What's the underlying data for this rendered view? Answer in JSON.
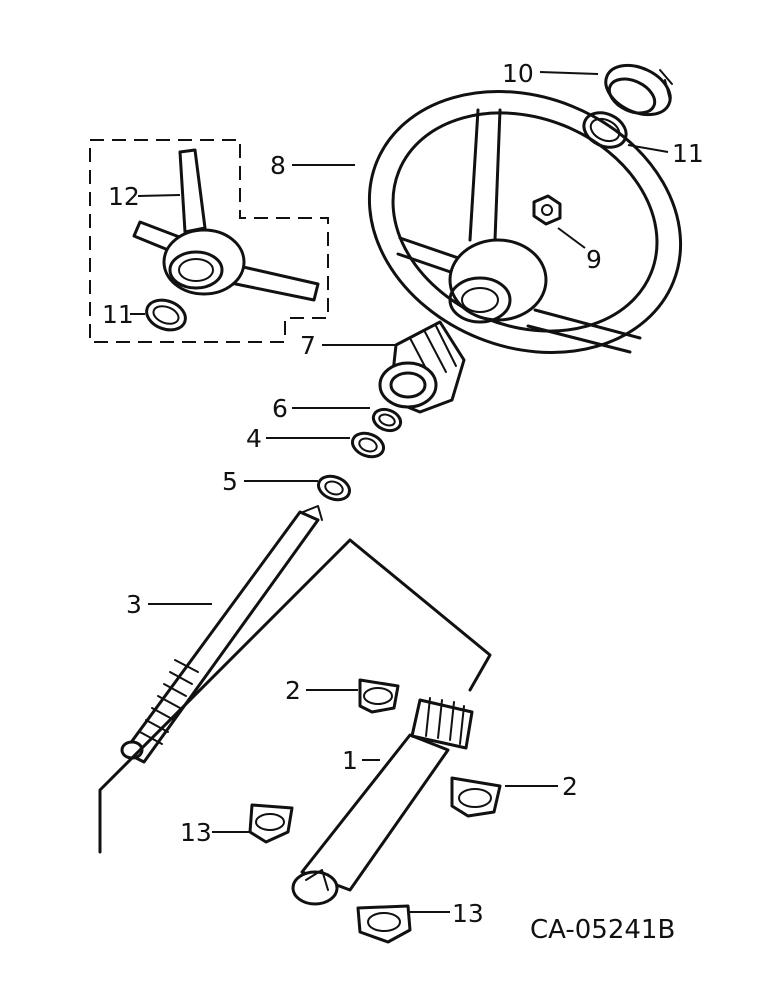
{
  "callouts": {
    "c1": "1",
    "c2a": "2",
    "c2b": "2",
    "c3": "3",
    "c4": "4",
    "c5": "5",
    "c6": "6",
    "c7": "7",
    "c8": "8",
    "c9": "9",
    "c10": "10",
    "c11a": "11",
    "c11b": "11",
    "c12": "12",
    "c13a": "13",
    "c13b": "13"
  },
  "drawing_code": "CA-05241B"
}
